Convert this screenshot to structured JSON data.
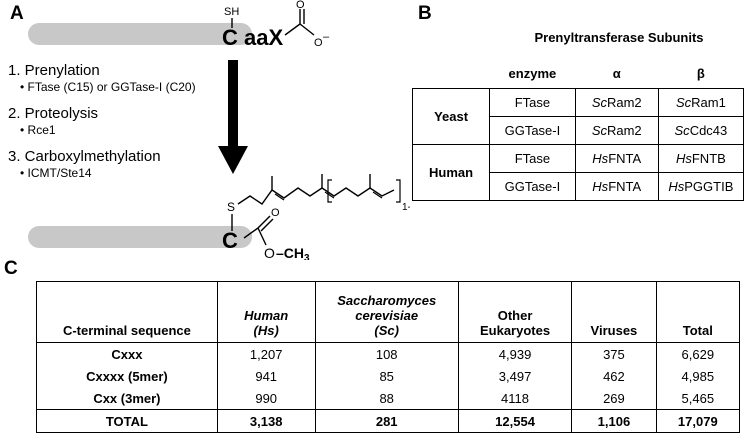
{
  "panels": {
    "a": "A",
    "b": "B",
    "c": "C"
  },
  "panel_a": {
    "cys_label": "C",
    "sh_label": "SH",
    "s_label": "S",
    "aax_label": "aaX",
    "carboxylate_o": "O",
    "carboxylate_charge": "–",
    "methyl_o": "O",
    "methyl_group": "–CH",
    "methyl_sub": "3",
    "repeat_sub": "1-2",
    "steps": [
      {
        "title": "1. Prenylation",
        "detail": "• FTase (C15) or GGTase-I (C20)"
      },
      {
        "title": "2. Proteolysis",
        "detail": "• Rce1"
      },
      {
        "title": "3. Carboxylmethylation",
        "detail": "• ICMT/Ste14"
      }
    ]
  },
  "panel_b": {
    "header": "Prenyltransferase Subunits",
    "col_enzyme": "enzyme",
    "col_alpha": "α",
    "col_beta": "β",
    "groups": [
      {
        "organism": "Yeast",
        "rows": [
          {
            "enzyme": "FTase",
            "alpha_pre": "Sc",
            "alpha": "Ram2",
            "beta_pre": "Sc",
            "beta": "Ram1"
          },
          {
            "enzyme": "GGTase-I",
            "alpha_pre": "Sc",
            "alpha": "Ram2",
            "beta_pre": "Sc",
            "beta": "Cdc43"
          }
        ]
      },
      {
        "organism": "Human",
        "rows": [
          {
            "enzyme": "FTase",
            "alpha_pre": "Hs",
            "alpha": "FNTA",
            "beta_pre": "Hs",
            "beta": "FNTB"
          },
          {
            "enzyme": "GGTase-I",
            "alpha_pre": "Hs",
            "alpha": "FNTA",
            "beta_pre": "Hs",
            "beta": "PGGTIB"
          }
        ]
      }
    ]
  },
  "panel_c": {
    "headers": {
      "seq": "C-terminal sequence",
      "human_1": "Human",
      "human_2": "(Hs)",
      "sc_1": "Saccharomyces",
      "sc_2": "cerevisiae",
      "sc_3": "(Sc)",
      "other_1": "Other",
      "other_2": "Eukaryotes",
      "viruses": "Viruses",
      "total": "Total"
    },
    "rows": [
      {
        "label": "Cxxx",
        "human": "1,207",
        "sc": "108",
        "other": "4,939",
        "viruses": "375",
        "total": "6,629"
      },
      {
        "label": "Cxxxx (5mer)",
        "human": "941",
        "sc": "85",
        "other": "3,497",
        "viruses": "462",
        "total": "4,985"
      },
      {
        "label": "Cxx (3mer)",
        "human": "990",
        "sc": "88",
        "other": "4118",
        "viruses": "269",
        "total": "5,465"
      }
    ],
    "total_row": {
      "label": "TOTAL",
      "human": "3,138",
      "sc": "281",
      "other": "12,554",
      "viruses": "1,106",
      "total": "17,079"
    }
  }
}
